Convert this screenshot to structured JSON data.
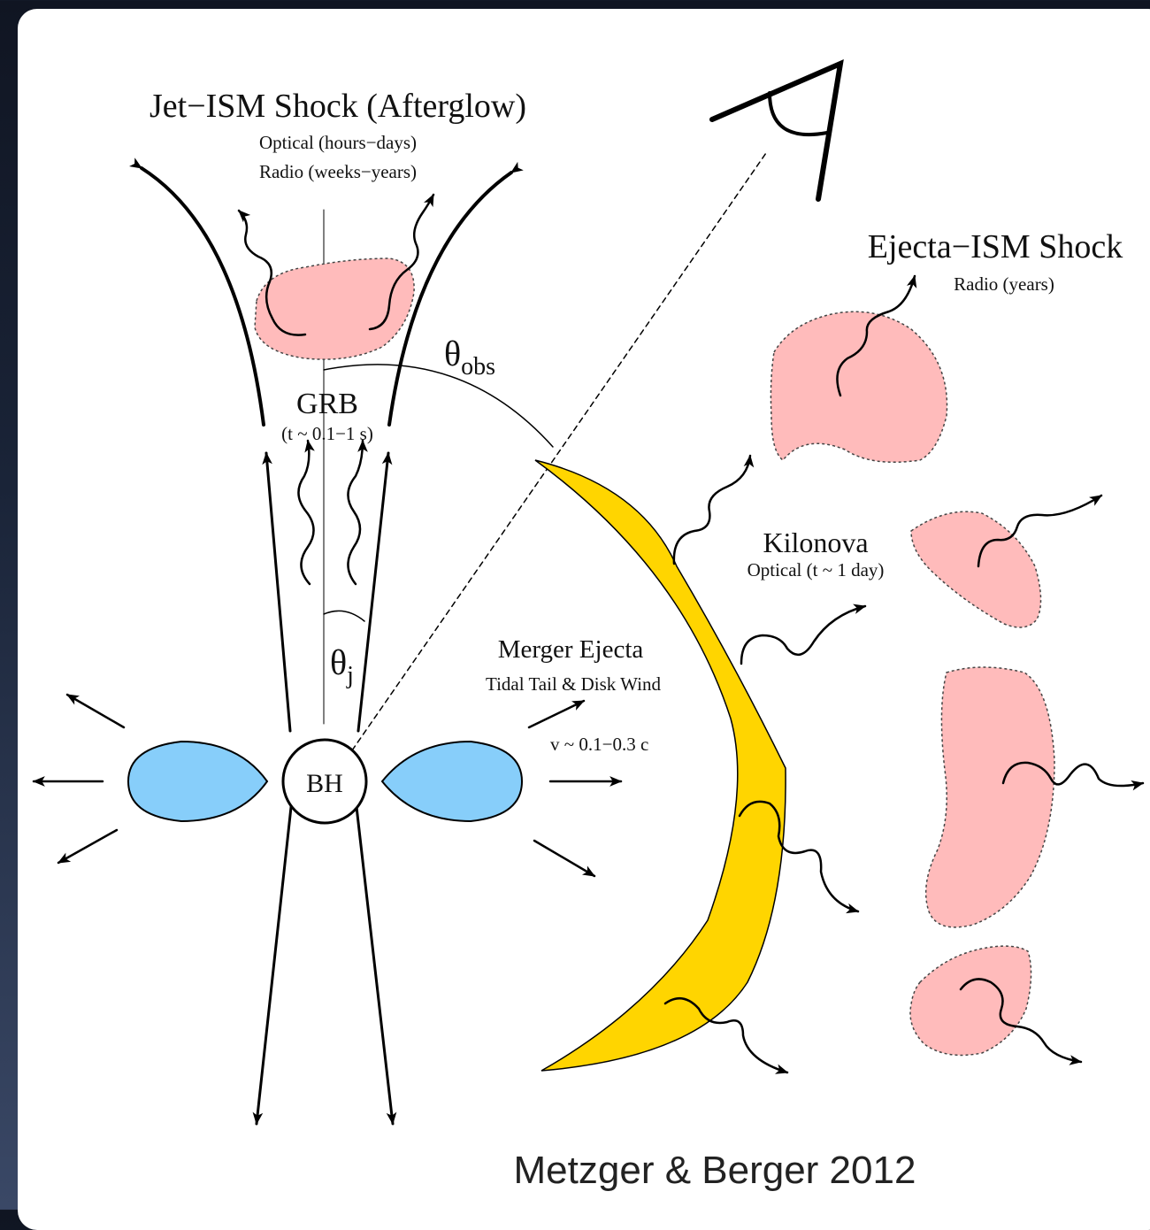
{
  "labels": {
    "jet_title": "Jet−ISM Shock (Afterglow)",
    "jet_optical": "Optical (hours−days)",
    "jet_radio": "Radio (weeks−years)",
    "theta_obs_base": "θ",
    "theta_obs_sub": "obs",
    "grb": "GRB",
    "grb_time": "(t ~ 0.1−1 s)",
    "theta_j_base": "θ",
    "theta_j_sub": "j",
    "bh": "BH",
    "merger_title": "Merger Ejecta",
    "merger_sub": "Tidal Tail & Disk Wind",
    "velocity": "v ~ 0.1−0.3 c",
    "kilonova": "Kilonova",
    "kilonova_optical": "Optical (t ~ 1 day)",
    "ejecta_title": "Ejecta−ISM Shock",
    "ejecta_radio": "Radio (years)",
    "citation": "Metzger & Berger 2012"
  },
  "colors": {
    "disk": "#87CEFA",
    "shock": "#FFBBBB",
    "ejecta": "#FFD500",
    "background": "#1a2438"
  }
}
